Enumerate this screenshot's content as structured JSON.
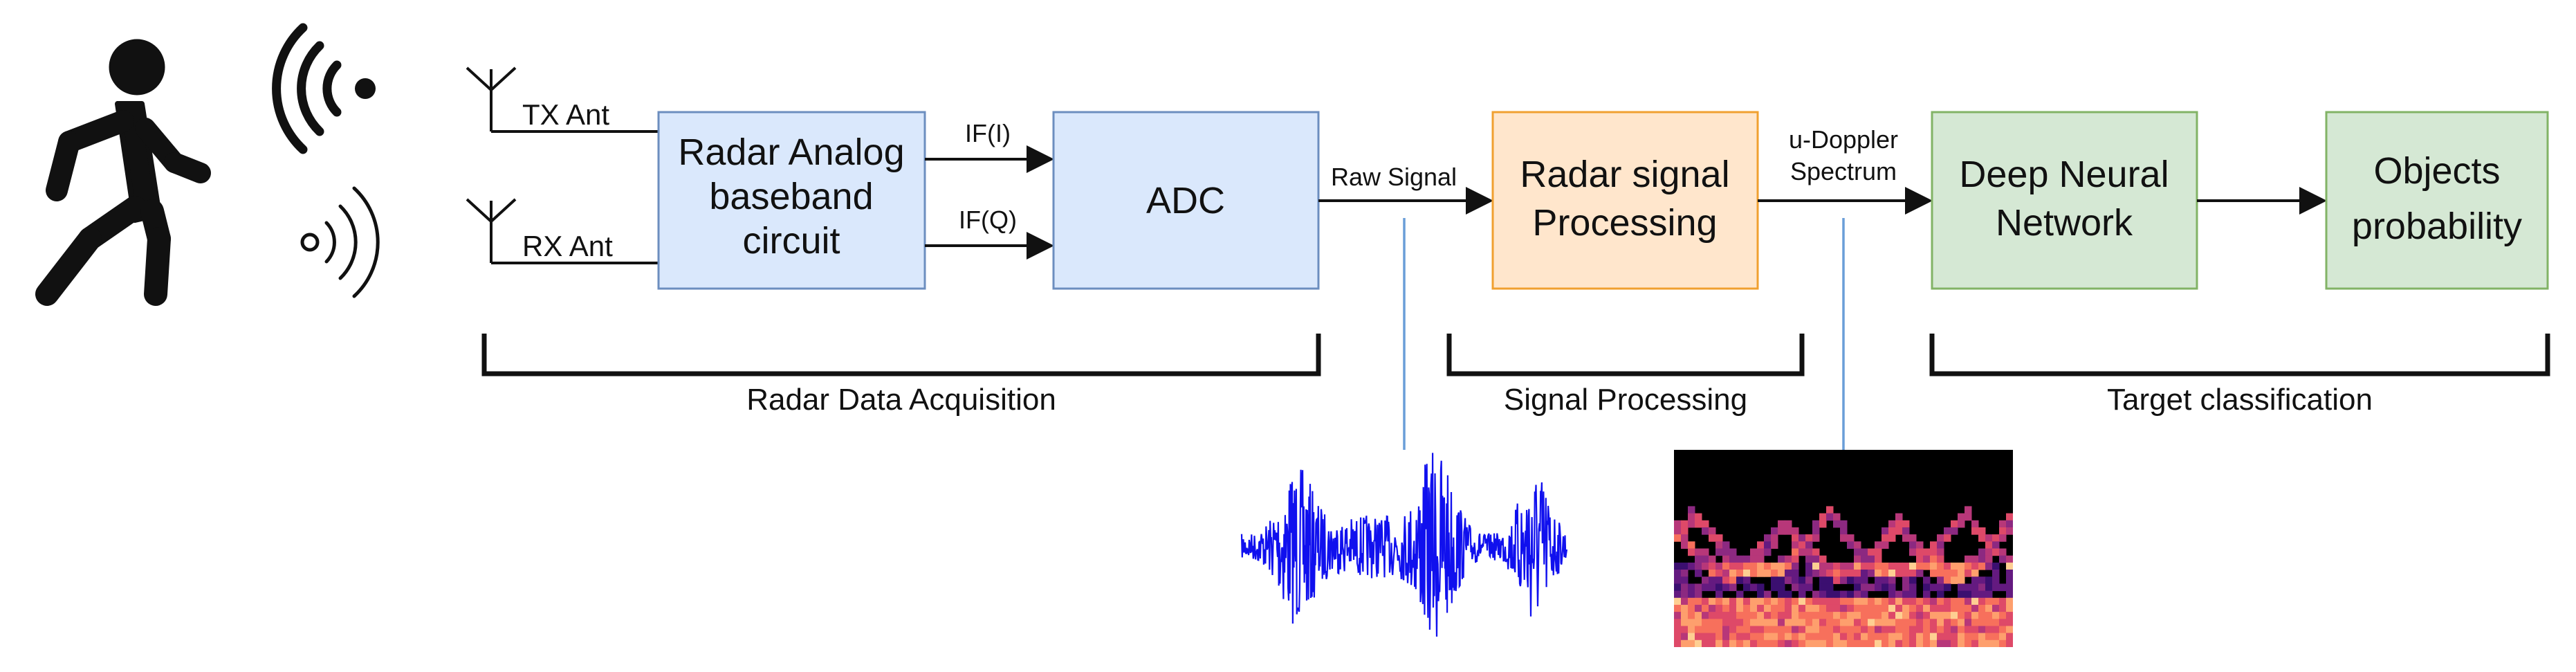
{
  "colors": {
    "acquisition_fill": "#dae8fc",
    "acquisition_stroke": "#6c8ebf",
    "processing_fill": "#ffe6cc",
    "processing_stroke": "#f0a030",
    "classification_fill": "#d5e8d4",
    "classification_stroke": "#82b366",
    "waveform": "#1010ee",
    "leader_line": "#6a9ed8"
  },
  "icons": [
    "walking-person-icon",
    "wireless-tx-icon",
    "wireless-rx-icon",
    "antenna-icon"
  ],
  "antennas": {
    "tx_label": "TX Ant",
    "rx_label": "RX Ant"
  },
  "blocks": {
    "analog": {
      "lines": [
        "Radar Analog",
        "baseband",
        "circuit"
      ]
    },
    "adc": {
      "lines": [
        "ADC"
      ]
    },
    "dsp": {
      "lines": [
        "Radar signal",
        "Processing"
      ]
    },
    "dnn": {
      "lines": [
        "Deep Neural",
        "Network"
      ]
    },
    "objects": {
      "lines": [
        "Objects",
        "probability"
      ]
    }
  },
  "signals": {
    "if_i": "IF(I)",
    "if_q": "IF(Q)",
    "raw": "Raw Signal",
    "doppler": [
      "u-Doppler",
      "Spectrum"
    ]
  },
  "stages": {
    "acquisition": "Radar Data Acquisition",
    "processing": "Signal Processing",
    "classification": "Target classification"
  }
}
